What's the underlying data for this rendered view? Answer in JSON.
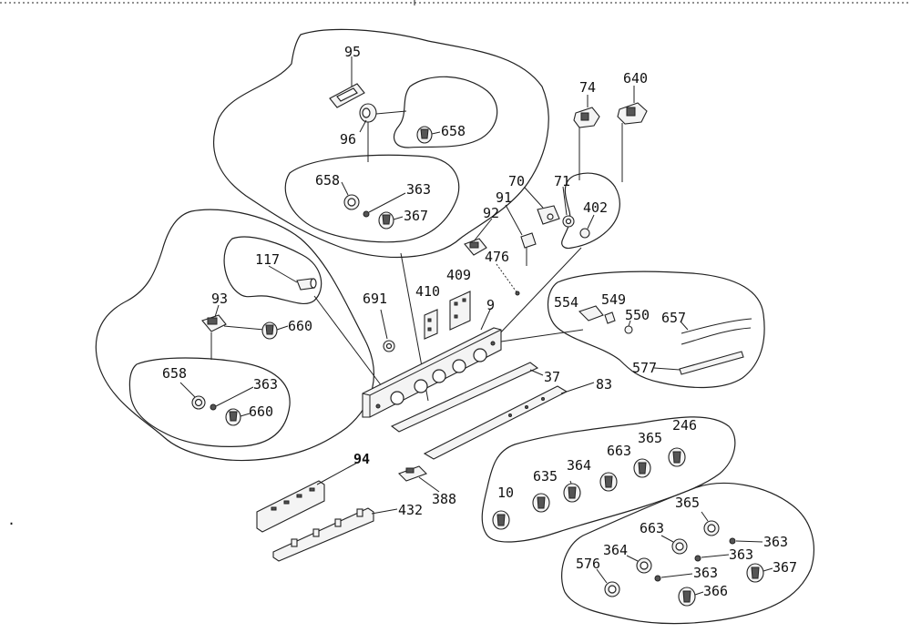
{
  "diagram": {
    "labels": [
      {
        "id": "p95",
        "text": "95"
      },
      {
        "id": "p96",
        "text": "96"
      },
      {
        "id": "p658a",
        "text": "658"
      },
      {
        "id": "p658b",
        "text": "658"
      },
      {
        "id": "p363a",
        "text": "363"
      },
      {
        "id": "p367a",
        "text": "367"
      },
      {
        "id": "p74",
        "text": "74"
      },
      {
        "id": "p640",
        "text": "640"
      },
      {
        "id": "p70",
        "text": "70"
      },
      {
        "id": "p71",
        "text": "71"
      },
      {
        "id": "p91",
        "text": "91"
      },
      {
        "id": "p92",
        "text": "92"
      },
      {
        "id": "p402",
        "text": "402"
      },
      {
        "id": "p476",
        "text": "476"
      },
      {
        "id": "p117",
        "text": "117"
      },
      {
        "id": "p93",
        "text": "93"
      },
      {
        "id": "p660a",
        "text": "660"
      },
      {
        "id": "p691",
        "text": "691"
      },
      {
        "id": "p410",
        "text": "410"
      },
      {
        "id": "p409",
        "text": "409"
      },
      {
        "id": "p9",
        "text": "9"
      },
      {
        "id": "p554",
        "text": "554"
      },
      {
        "id": "p549",
        "text": "549"
      },
      {
        "id": "p550",
        "text": "550"
      },
      {
        "id": "p657",
        "text": "657"
      },
      {
        "id": "p577",
        "text": "577"
      },
      {
        "id": "p37",
        "text": "37"
      },
      {
        "id": "p83",
        "text": "83"
      },
      {
        "id": "p658c",
        "text": "658"
      },
      {
        "id": "p363b",
        "text": "363"
      },
      {
        "id": "p660b",
        "text": "660"
      },
      {
        "id": "p94",
        "text": "94"
      },
      {
        "id": "p388",
        "text": "388"
      },
      {
        "id": "p432",
        "text": "432"
      },
      {
        "id": "p246",
        "text": "246"
      },
      {
        "id": "p365a",
        "text": "365"
      },
      {
        "id": "p663a",
        "text": "663"
      },
      {
        "id": "p364a",
        "text": "364"
      },
      {
        "id": "p635",
        "text": "635"
      },
      {
        "id": "p10",
        "text": "10"
      },
      {
        "id": "p365b",
        "text": "365"
      },
      {
        "id": "p663b",
        "text": "663"
      },
      {
        "id": "p363c",
        "text": "363"
      },
      {
        "id": "p363d",
        "text": "363"
      },
      {
        "id": "p364b",
        "text": "364"
      },
      {
        "id": "p363e",
        "text": "363"
      },
      {
        "id": "p576",
        "text": "576"
      },
      {
        "id": "p367b",
        "text": "367"
      },
      {
        "id": "p366",
        "text": "366"
      }
    ]
  }
}
